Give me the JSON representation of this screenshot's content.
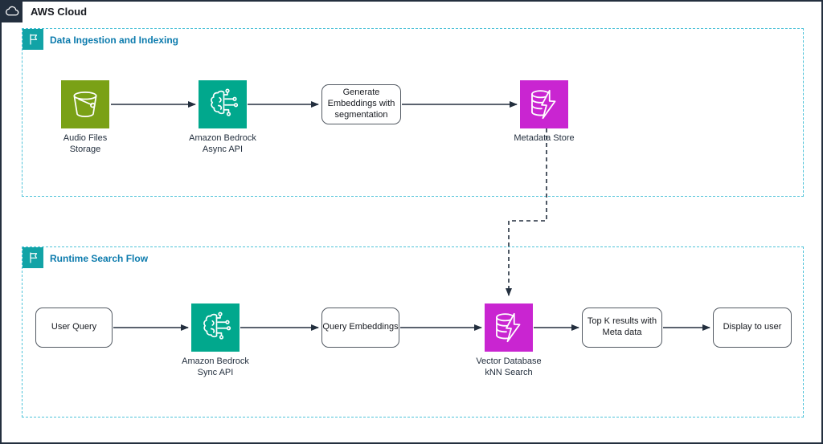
{
  "diagram": {
    "cloud_label": "AWS Cloud",
    "groups": [
      {
        "title": "Data Ingestion and Indexing"
      },
      {
        "title": "Runtime Search Flow"
      }
    ],
    "nodes": {
      "audio_storage": {
        "label": "Audio Files\nStorage"
      },
      "bedrock_async": {
        "label": "Amazon Bedrock\nAsync API"
      },
      "generate_embeddings": {
        "label": "Generate\nEmbeddings with\nsegmentation"
      },
      "metadata_store": {
        "label": "Metadata Store"
      },
      "user_query": {
        "label": "User Query"
      },
      "bedrock_sync": {
        "label": "Amazon Bedrock\nSync API"
      },
      "query_embeddings": {
        "label": "Query Embeddings"
      },
      "vector_db": {
        "label": "Vector Database\nkNN Search"
      },
      "top_k_results": {
        "label": "Top K results with\nMeta data"
      },
      "display_to_user": {
        "label": "Display to user"
      }
    },
    "colors": {
      "outline_dark": "#232F3E",
      "group_border": "#4FC3D9",
      "group_title": "#0C7BAD",
      "flag_teal": "#12A3A6",
      "s3_green": "#7AA116",
      "bedrock_teal": "#01A88D",
      "database_magenta": "#C925D1"
    }
  }
}
